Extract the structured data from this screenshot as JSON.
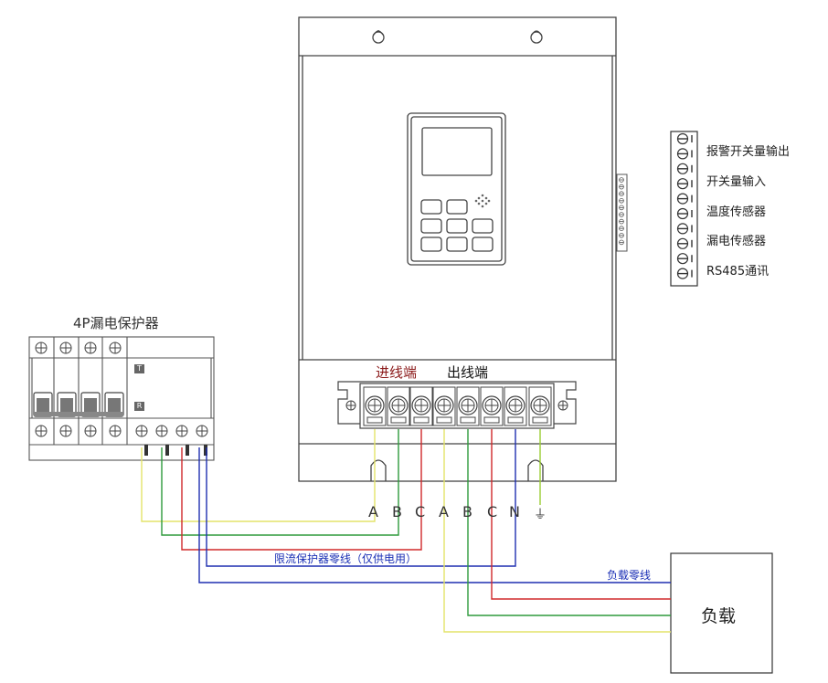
{
  "breaker": {
    "title": "4P漏电保护器",
    "test_mark": "T",
    "reset_mark": "R"
  },
  "device": {
    "input_label": "进线端",
    "output_label": "出线端"
  },
  "control_terminals": [
    "报警开关量输出",
    "开关量输入",
    "温度传感器",
    "漏电传感器",
    "RS485通讯"
  ],
  "terminal_letters": [
    "A",
    "B",
    "C",
    "A",
    "B",
    "C",
    "N",
    "⏚"
  ],
  "notes": {
    "limit_protector_neutral": "限流保护器零线（仅供电用）",
    "load_neutral": "负载零线"
  },
  "load": {
    "label": "负载"
  },
  "wire_colors": {
    "yellow": "#e3e36a",
    "green": "#2e9a3c",
    "red": "#d0282a",
    "blue": "#1e2fb0",
    "ground": "#9acd32"
  }
}
